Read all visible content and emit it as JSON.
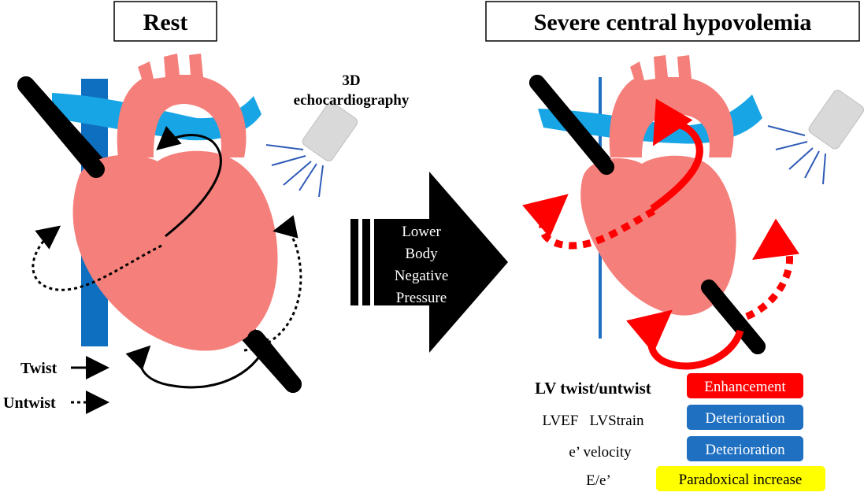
{
  "left_panel": {
    "title": "Rest",
    "probe_label_line1": "3D",
    "probe_label_line2": "echocardiography",
    "legend": {
      "twist_label": "Twist",
      "untwist_label": "Untwist"
    }
  },
  "transition_arrow": {
    "line1": "Lower",
    "line2": "Body",
    "line3": "Negative",
    "line4": "Pressure"
  },
  "right_panel": {
    "title": "Severe central hypovolemia",
    "results": [
      {
        "label": "LV twist/untwist",
        "value": "Enhancement",
        "color": "#ff0000"
      },
      {
        "label": "LVEF   LVStrain",
        "value": "Deterioration",
        "color": "#1f70c1"
      },
      {
        "label": "e’ velocity",
        "value": "Deterioration",
        "color": "#1f70c1"
      },
      {
        "label": "E/e’",
        "value": "Paradoxical increase",
        "color": "#ffff00"
      }
    ]
  },
  "colors": {
    "heart": "#f57f7a",
    "vessel_blue_light": "#18a5e6",
    "vessel_blue_dark": "#0e6fc0",
    "twist_red": "#ff0000",
    "probe_gray": "#d9d9d9"
  }
}
